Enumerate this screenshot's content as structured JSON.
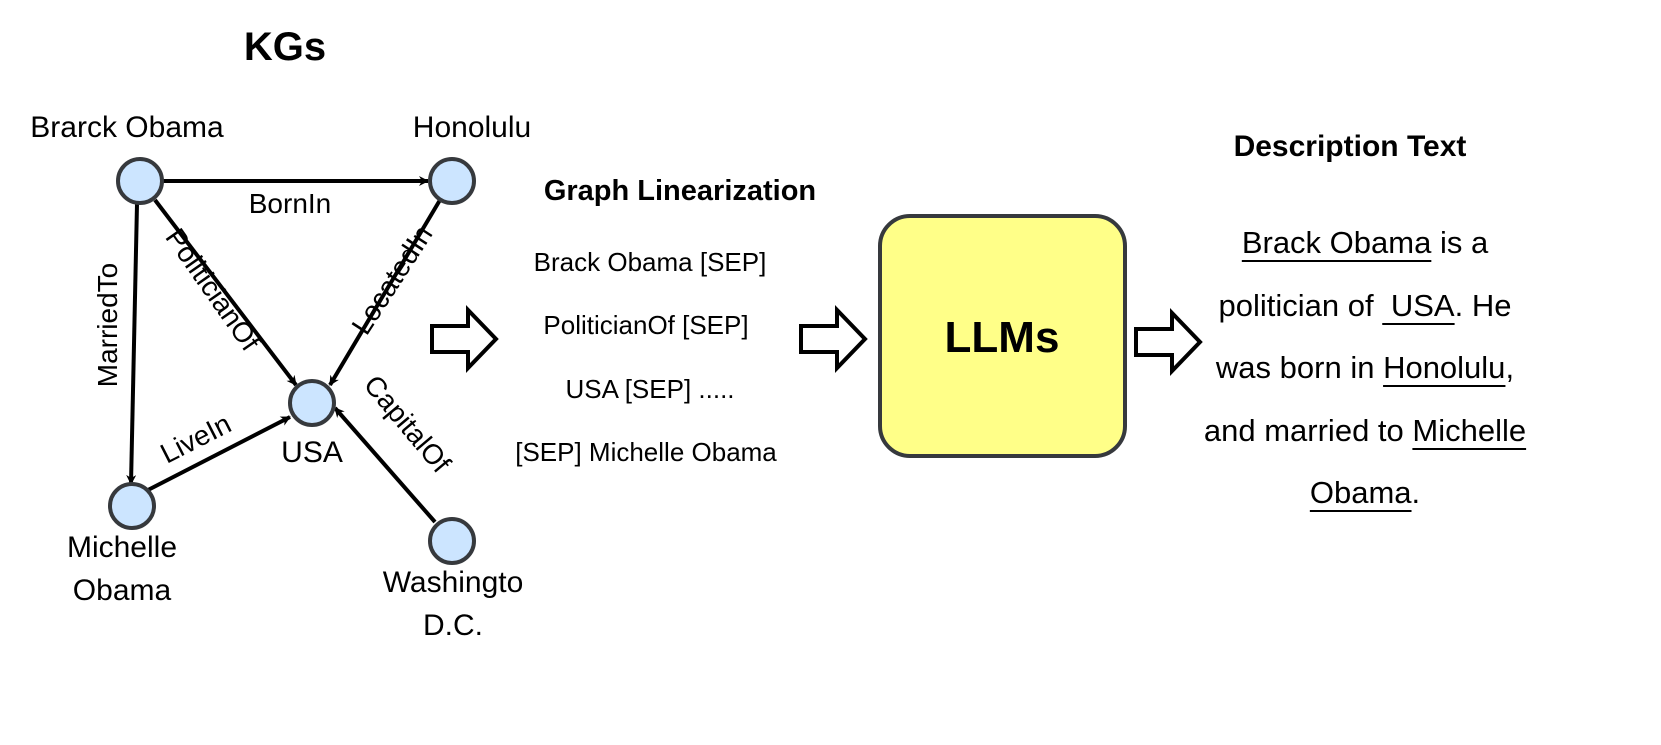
{
  "kg": {
    "title": "KGs",
    "nodes": {
      "barack": "Brarck Obama",
      "honolulu": "Honolulu",
      "usa": "USA",
      "michelle": [
        "Michelle",
        "Obama"
      ],
      "washington": [
        "Washingto",
        "D.C."
      ]
    },
    "edges": {
      "born_in": "BornIn",
      "politician_of": "PoliticianOf",
      "located_in": "LocatedIn",
      "married_to": "MarriedTo",
      "live_in": "LiveIn",
      "capital_of": "CapitalOf"
    }
  },
  "linearization": {
    "title": "Graph Linearization",
    "lines": [
      "Brack Obama [SEP]",
      "PoliticianOf [SEP]",
      "USA [SEP] .....",
      "[SEP] Michelle Obama"
    ]
  },
  "llm": {
    "label": "LLMs",
    "fill": "#ffff88"
  },
  "description": {
    "title": "Description Text",
    "e1": "Brack Obama",
    "t1": " is a",
    "t2": "politician of ",
    "e2": " USA",
    "t3": ". He",
    "t4": "was born in ",
    "e3": "Honolulu",
    "t5": ",",
    "t6": "and married to ",
    "e4": "Michelle",
    "e5": "Obama",
    "t7": "."
  },
  "colors": {
    "node_fill": "#cce5ff",
    "node_stroke": "#36393d"
  }
}
